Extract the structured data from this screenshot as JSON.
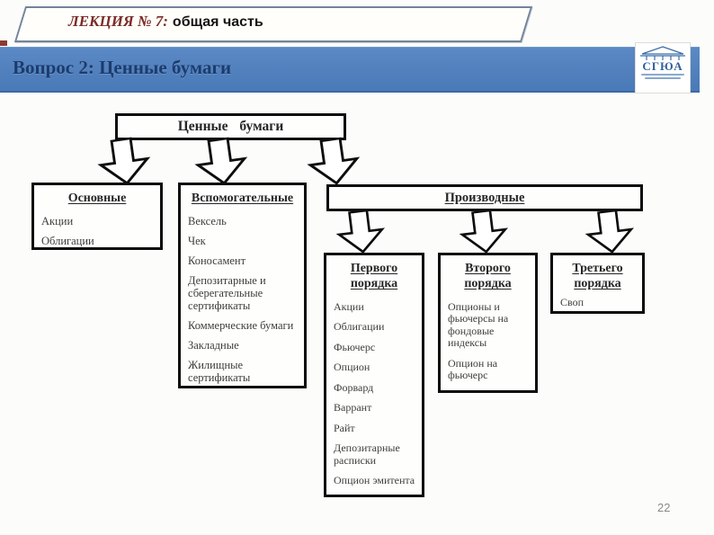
{
  "header": {
    "lecture_label": "ЛЕКЦИЯ № 7:",
    "lecture_sublabel": "общая часть"
  },
  "banner": {
    "question_title": "Вопрос 2: Ценные бумаги"
  },
  "logo": {
    "abbr": "СГЮА"
  },
  "page_number": "22",
  "colors": {
    "banner_blue": "#4d7ebd",
    "title_navy": "#1c3c6e",
    "lecture_maroon": "#7b2c27",
    "box_border": "#0c0c0c",
    "logo_blue": "#2f5f98"
  },
  "diagram": {
    "root": "Ценные бумаги",
    "branches": [
      {
        "title": "Основные",
        "items": [
          "Акции",
          "Облигации"
        ]
      },
      {
        "title": "Вспомогательные",
        "items": [
          "Вексель",
          "Чек",
          "Коносамент",
          "Депозитарные и сберегательные сертификаты",
          "Коммерческие бумаги",
          "Закладные",
          "Жилищные сертификаты"
        ]
      },
      {
        "title": "Производные",
        "items": []
      }
    ],
    "derivative_orders": [
      {
        "title": "Первого порядка",
        "items": [
          "Акции",
          "Облигации",
          "Фьючерс",
          "Опцион",
          "Форвард",
          "Варрант",
          "Райт",
          "Депозитарные расписки",
          "Опцион эмитента"
        ]
      },
      {
        "title": "Второго порядка",
        "items": [
          "Опционы и фьючерсы на фондовые индексы",
          "Опцион на фьючерс"
        ]
      },
      {
        "title": "Третьего порядка",
        "items": [
          "Своп"
        ]
      }
    ]
  }
}
